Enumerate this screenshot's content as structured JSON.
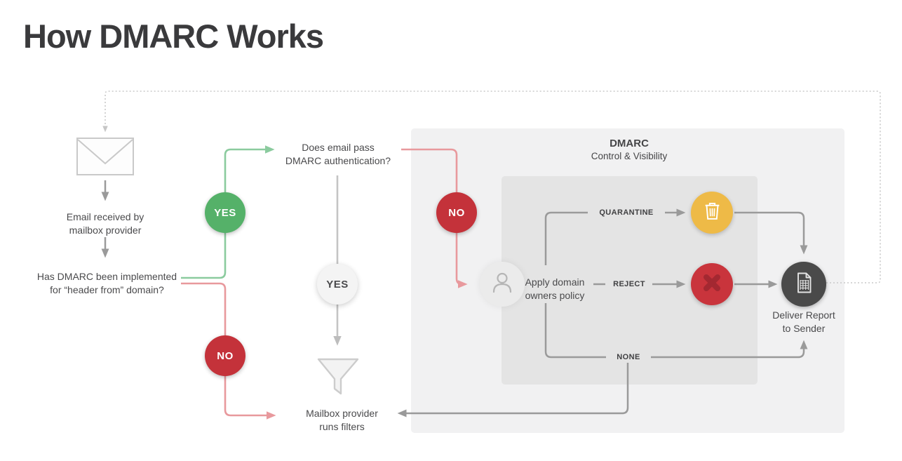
{
  "title": "How DMARC Works",
  "flow": {
    "email_received": {
      "line1": "Email received by",
      "line2": "mailbox provider"
    },
    "dmarc_implemented": {
      "line1": "Has DMARC been implemented",
      "line2": "for “header from” domain?"
    },
    "email_pass": {
      "line1": "Does email pass",
      "line2": "DMARC authentication?"
    },
    "mailbox_filters": {
      "line1": "Mailbox provider",
      "line2": "runs filters"
    },
    "apply_policy": {
      "line1": "Apply domain",
      "line2": "owners policy"
    },
    "deliver_report": {
      "line1": "Deliver Report",
      "line2": "to Sender"
    }
  },
  "decisions": {
    "implemented_yes": "YES",
    "implemented_no": "NO",
    "pass_yes": "YES",
    "pass_no": "NO"
  },
  "dmarc_box": {
    "title": "DMARC",
    "subtitle": "Control & Visibility"
  },
  "policies": {
    "quarantine": "QUARANTINE",
    "reject": "REJECT",
    "none": "NONE"
  },
  "icons": {
    "envelope": "envelope-icon",
    "funnel": "funnel-icon",
    "person": "person-icon",
    "trash": "trash-icon",
    "reject_x": "x-icon",
    "report": "report-document-icon"
  },
  "colors": {
    "yes_green": "#55b169",
    "no_red": "#c4323a",
    "quarantine_yellow": "#eeba47",
    "report_dark": "#4a4a4a",
    "green_line": "#8bcb9e",
    "red_line": "#e8999d",
    "gray_line": "#9a9a9a",
    "dotted_line": "#c9c9c9",
    "outer_box": "#f1f1f2",
    "inner_box": "#e4e4e4",
    "text": "#4a4a4c"
  }
}
